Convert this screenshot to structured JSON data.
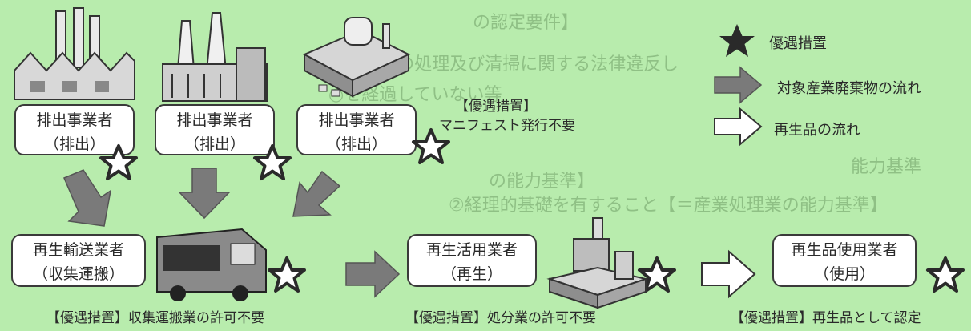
{
  "legend": {
    "star": "優遇措置",
    "dark_arrow": "対象産業廃棄物の流れ",
    "white_arrow": "再生品の流れ"
  },
  "nodes": {
    "discharger_1": {
      "line1": "排出事業者",
      "line2": "（排出）"
    },
    "discharger_2": {
      "line1": "排出事業者",
      "line2": "（排出）"
    },
    "discharger_3": {
      "line1": "排出事業者",
      "line2": "（排出）"
    },
    "transporter": {
      "line1": "再生輸送業者",
      "line2": "（収集運搬）"
    },
    "recycler": {
      "line1": "再生活用業者",
      "line2": "（再生）"
    },
    "product_user": {
      "line1": "再生品使用業者",
      "line2": "（使用）"
    }
  },
  "notes": {
    "manifest_1": "【優遇措置】",
    "manifest_2": "マニフェスト発行不要",
    "transport": "【優遇措置】収集運搬業の許可不要",
    "disposal": "【優遇措置】処分業の許可不要",
    "certified": "【優遇措置】再生品として認定"
  },
  "background_text": {
    "t1": "の認定要件】",
    "t2": "○廃棄物の処理及び清掃に関する法律違反し",
    "t3": "○を経過していない等",
    "t4": "能力基準",
    "t5": "の能力基準】",
    "t6": "②経理的基礎を有すること【＝産業処理業の能力基準】"
  },
  "colors": {
    "background": "#b8ecad",
    "box_fill": "#ffffff",
    "flow_arrow": "#7a7a7a",
    "star": "#2a2a2a"
  }
}
